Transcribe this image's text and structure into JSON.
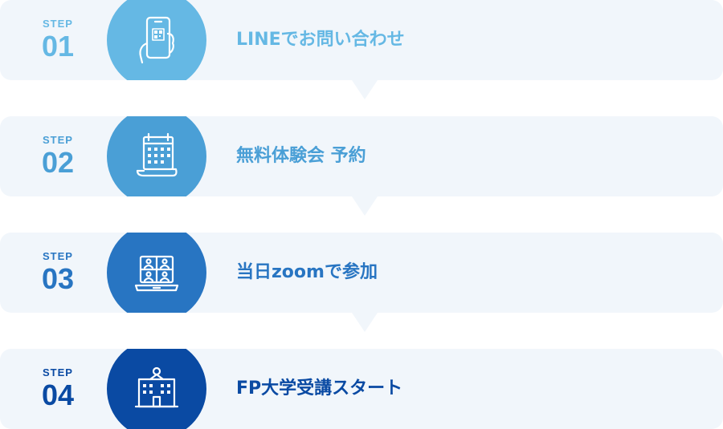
{
  "steps": [
    {
      "step_word": "STEP",
      "number": "01",
      "title": "LINEでお問い合わせ",
      "icon": "smartphone-qr-icon",
      "color": "#65b8e4"
    },
    {
      "step_word": "STEP",
      "number": "02",
      "title": "無料体験会 予約",
      "icon": "calendar-icon",
      "color": "#4a9fd6"
    },
    {
      "step_word": "STEP",
      "number": "03",
      "title": "当日zoomで参加",
      "icon": "zoom-laptop-icon",
      "color": "#2875c2"
    },
    {
      "step_word": "STEP",
      "number": "04",
      "title": "FP大学受講スタート",
      "icon": "school-building-icon",
      "color": "#0a4aa3"
    }
  ]
}
